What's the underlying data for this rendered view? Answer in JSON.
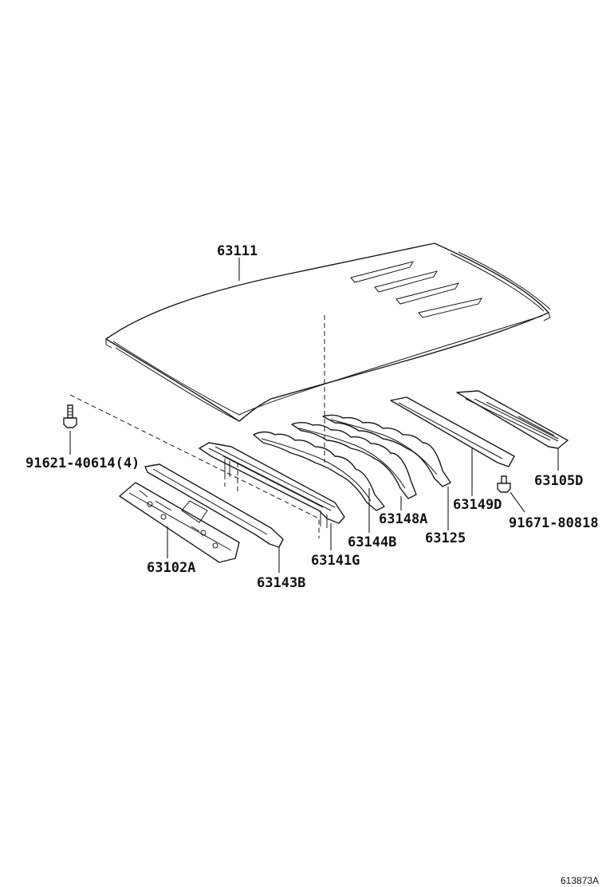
{
  "labels": {
    "p63111": "63111",
    "p91621": "91621-40614(4)",
    "p63105D": "63105D",
    "p91671": "91671-80818",
    "p63149D": "63149D",
    "p63148A": "63148A",
    "p63125": "63125",
    "p63144B": "63144B",
    "p63141G": "63141G",
    "p63102A": "63102A",
    "p63143B": "63143B"
  },
  "drawing_ref": "613873A"
}
